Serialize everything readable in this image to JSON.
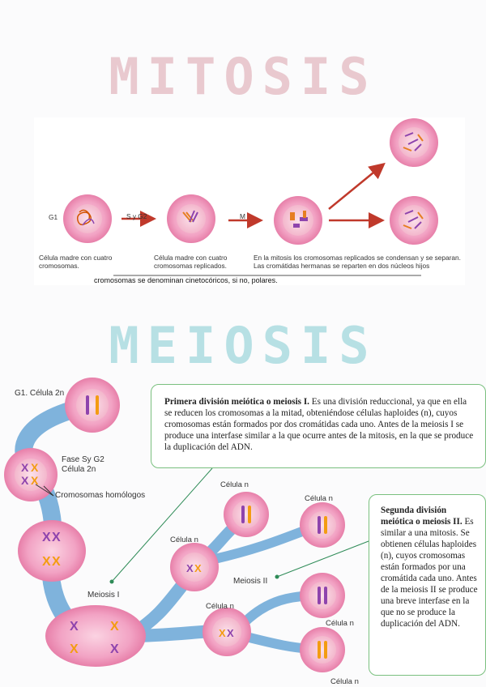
{
  "titles": {
    "mitosis": "MITOSIS",
    "meiosis": "MEIOSIS"
  },
  "mitosis": {
    "phase_g1": "G1",
    "phase_s_g2": "S y G2",
    "phase_m": "M",
    "caption1": "Célula madre con cuatro cromosomas.",
    "caption2": "Célula madre con cuatro cromosomas replicados.",
    "caption3_line1": "En la mitosis los cromosomas replicados se condensan y se separan.",
    "caption3_line2": "Las cromátidas hermanas se reparten en dos núcleos hijos",
    "footer": "cromosomas se denominan cinetocóricos, si no, polares."
  },
  "meiosis": {
    "label_g1": "G1. Célula 2n",
    "label_s_g2_line1": "Fase Sy G2",
    "label_s_g2_line2": "Célula 2n",
    "label_homologous": "Cromosomas homólogos",
    "label_meiosis1": "Meiosis I",
    "label_meiosis2": "Meiosis II",
    "label_cell_n": "Célula n",
    "box1_title": "Primera división meiótica o meiosis I.",
    "box1_text": " Es una división reduccional, ya que en ella se reducen los cromosomas a la mitad, obteniéndose células haploides (n), cuyos cromosomas están formados por dos cromátidas cada uno. Antes de la meiosis I se produce una interfase similar a la que ocurre antes de la mitosis, en la que se produce la duplicación del ADN.",
    "box2_title": "Segunda división meiótica o meiosis II.",
    "box2_text": " Es similar a una mitosis. Se obtienen células haploides (n), cuyos cromosomas están formados por una cromátida cada uno. Antes de la meiosis II se produce una breve interfase en la que no se produce la duplicación del ADN."
  },
  "colors": {
    "cell": "#f2a3c4",
    "nucleus": "#f6c0d4",
    "path": "#7fb3dc",
    "arrow": "#c0392b",
    "chr_purple": "#8e44ad",
    "chr_orange": "#f39c12",
    "box_border": "#7ac07f"
  }
}
